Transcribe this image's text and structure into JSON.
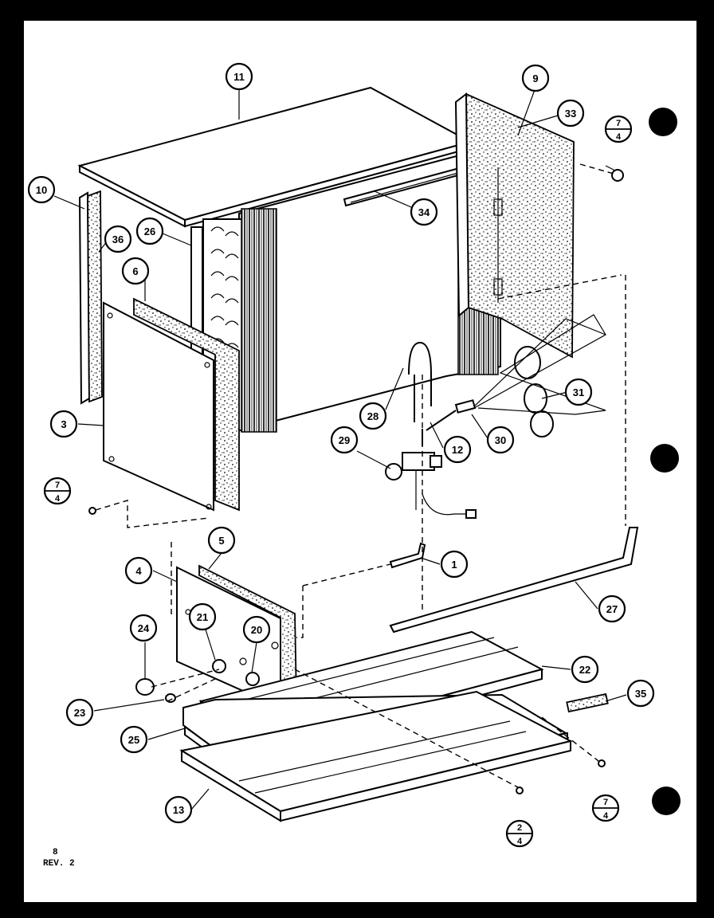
{
  "callouts": [
    {
      "id": "11",
      "label": "11"
    },
    {
      "id": "9",
      "label": "9"
    },
    {
      "id": "33",
      "label": "33"
    },
    {
      "id": "10",
      "label": "10"
    },
    {
      "id": "26",
      "label": "26"
    },
    {
      "id": "34",
      "label": "34"
    },
    {
      "id": "36",
      "label": "36"
    },
    {
      "id": "6",
      "label": "6"
    },
    {
      "id": "3",
      "label": "3"
    },
    {
      "id": "28",
      "label": "28"
    },
    {
      "id": "31",
      "label": "31"
    },
    {
      "id": "29",
      "label": "29"
    },
    {
      "id": "12",
      "label": "12"
    },
    {
      "id": "30",
      "label": "30"
    },
    {
      "id": "5",
      "label": "5"
    },
    {
      "id": "4",
      "label": "4"
    },
    {
      "id": "1",
      "label": "1"
    },
    {
      "id": "27",
      "label": "27"
    },
    {
      "id": "24",
      "label": "24"
    },
    {
      "id": "21",
      "label": "21"
    },
    {
      "id": "20",
      "label": "20"
    },
    {
      "id": "22",
      "label": "22"
    },
    {
      "id": "23",
      "label": "23"
    },
    {
      "id": "35",
      "label": "35"
    },
    {
      "id": "25",
      "label": "25"
    },
    {
      "id": "13",
      "label": "13"
    }
  ],
  "fraction_callouts": [
    {
      "id": "top-right",
      "top": "7",
      "bottom": "4"
    },
    {
      "id": "left",
      "top": "7",
      "bottom": "4"
    },
    {
      "id": "bottom-right",
      "top": "7",
      "bottom": "4"
    },
    {
      "id": "bottom-center",
      "top": "2",
      "bottom": "4"
    }
  ],
  "footer": {
    "page": "8",
    "revision": "REV. 2"
  },
  "colors": {
    "border": "#000000",
    "paper": "#ffffff",
    "ink": "#000000"
  }
}
